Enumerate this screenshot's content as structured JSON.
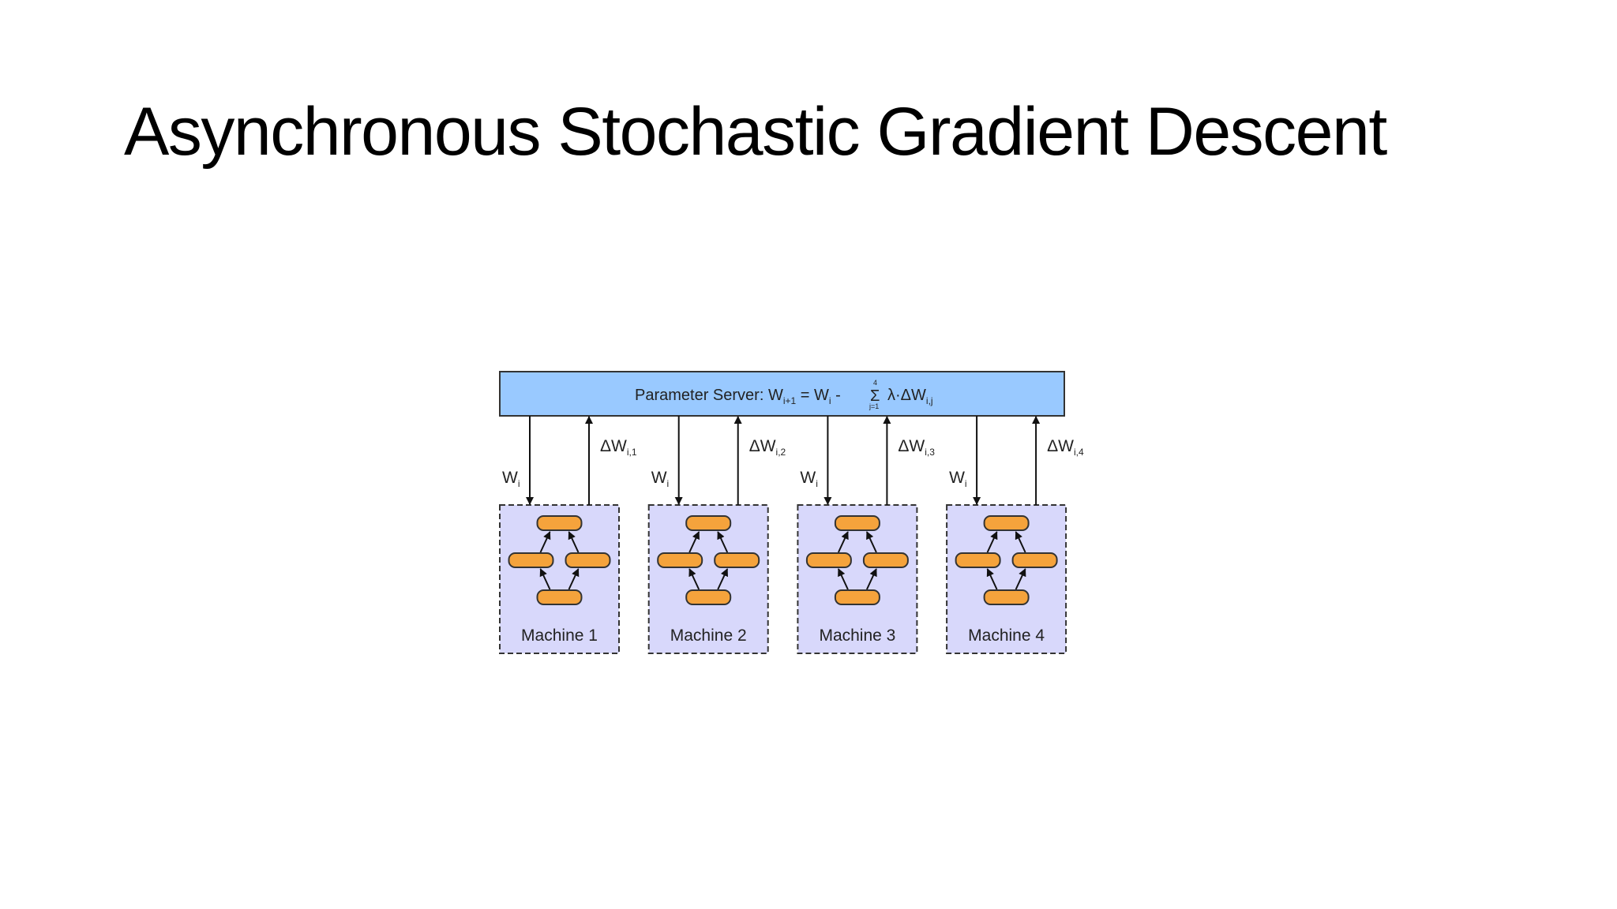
{
  "slide": {
    "title": "Asynchronous Stochastic Gradient Descent"
  },
  "diagram": {
    "server": {
      "label": "Parameter Server: W",
      "sub_next": "i+1",
      "equals": " = W",
      "sub_i": "i",
      "minus": " - ",
      "sum_symbol": "Σ",
      "sum_upper": "4",
      "sum_lower": "j=1",
      "term": "λ·ΔW",
      "term_sub": "i,j"
    },
    "weights_label": "W",
    "weights_sub": "i",
    "update_label": "ΔW",
    "machines": [
      {
        "label": "Machine 1",
        "update_sub": "i,1"
      },
      {
        "label": "Machine 2",
        "update_sub": "i,2"
      },
      {
        "label": "Machine 3",
        "update_sub": "i,3"
      },
      {
        "label": "Machine 4",
        "update_sub": "i,4"
      }
    ],
    "colors": {
      "server_fill": "#99c9ff",
      "machine_fill": "#d8d8fb",
      "node_fill": "#f5a33c",
      "stroke": "#333333"
    }
  }
}
